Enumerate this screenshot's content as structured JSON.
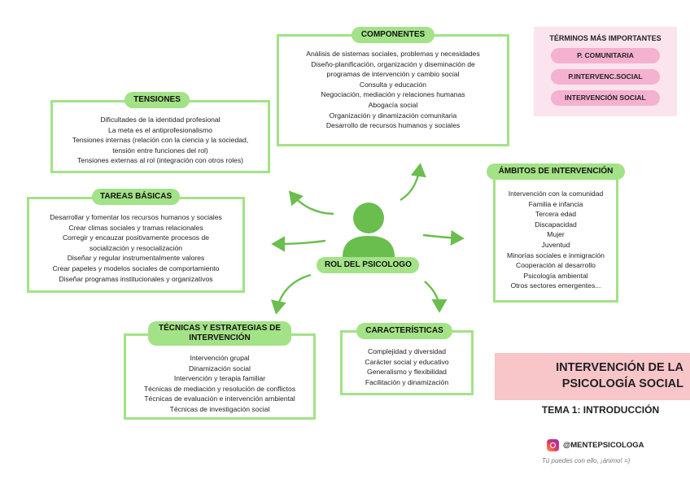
{
  "center": {
    "label": "ROL DEL PSICOLOGO"
  },
  "componentes": {
    "title": "COMPONENTES",
    "lines": [
      "Análisis de sistemas sociales, problemas y necesidades",
      "Diseño-planificación, organización y diseminación de",
      "programas de intervención y cambio social",
      "Consulta y educación",
      "Negociación, mediación y relaciones humanas",
      "Abogacía social",
      "Organización y dinamización comunitaria",
      "Desarrollo de recursos humanos y sociales"
    ]
  },
  "tensiones": {
    "title": "TENSIONES",
    "lines": [
      "Dificultades de la identidad profesional",
      "La meta es el antiprofesionalismo",
      "Tensiones internas (relación con la ciencia y la sociedad,",
      "tensión entre funciones del rol)",
      "Tensiones externas al rol (integración con otros roles)"
    ]
  },
  "tareas": {
    "title": "TAREAS BÁSICAS",
    "lines": [
      "Desarrollar y fomentar los recursos humanos y sociales",
      "Crear climas sociales y tramas relacionales",
      "Corregir y encauzar positivamente procesos de",
      "socialización y resocialización",
      "Diseñar y regular instrumentalmente valores",
      "Crear papeles y modelos sociales de comportamiento",
      "Diseñar programas institucionales y organizativos"
    ]
  },
  "ambitos": {
    "title": "ÁMBITOS DE INTERVENCIÓN",
    "lines": [
      "Intervención con la comunidad",
      "Familia e infancia",
      "Tercera edad",
      "Discapacidad",
      "Mujer",
      "Juventud",
      "Minorías sociales e inmigración",
      "Cooperación al desarrollo",
      "Psicología ambiental",
      "Otros sectores emergentes..."
    ]
  },
  "tecnicas": {
    "title_line1": "TÉCNICAS Y ESTRATEGIAS DE",
    "title_line2": "INTERVENCIÓN",
    "lines": [
      "Intervención grupal",
      "Dinamización social",
      "Intervención y terapia familiar",
      "Técnicas de mediación y resolución de conflictos",
      "Técnicas de evaluación e intervención ambiental",
      "Técnicas de investigación social"
    ]
  },
  "caracteristicas": {
    "title": "CARACTERÍSTICAS",
    "lines": [
      "Complejidad y diversidad",
      "Carácter social y educativo",
      "Generalismo y flexibilidad",
      "Facilitación y dinamización"
    ]
  },
  "terminos": {
    "title": "TÉRMINOS MÁS IMPORTANTES",
    "items": [
      "P. COMUNITARIA",
      "P.INTERVENC.SOCIAL",
      "INTERVENCIÓN SOCIAL"
    ]
  },
  "heading": {
    "line1": "INTERVENCIÓN DE LA",
    "line2": "PSICOLOGÍA SOCIAL",
    "tema": "TEMA 1: INTRODUCCIÓN"
  },
  "footer": {
    "handle": "@MENTEPSICOLOGA",
    "motto": "Tú puedes con ello, ¡ánimo! =)"
  },
  "colors": {
    "green": "#a3e287",
    "person": "#6abe4d",
    "pink_box": "#fbe4ee",
    "pink_pill": "#f4b1d0",
    "title_box": "#f8c5c8"
  }
}
